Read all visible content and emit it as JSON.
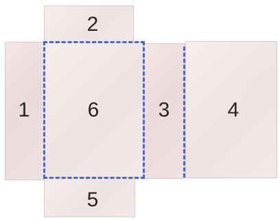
{
  "faces": [
    {
      "id": "face-1",
      "label": "1"
    },
    {
      "id": "face-2",
      "label": "2"
    },
    {
      "id": "face-3",
      "label": "3"
    },
    {
      "id": "face-4",
      "label": "4"
    },
    {
      "id": "face-5",
      "label": "5"
    },
    {
      "id": "face-6",
      "label": "6"
    }
  ],
  "colors": {
    "paper": "#eadada",
    "fold_line": "#4a67c8",
    "label_text": "#2a2222"
  }
}
